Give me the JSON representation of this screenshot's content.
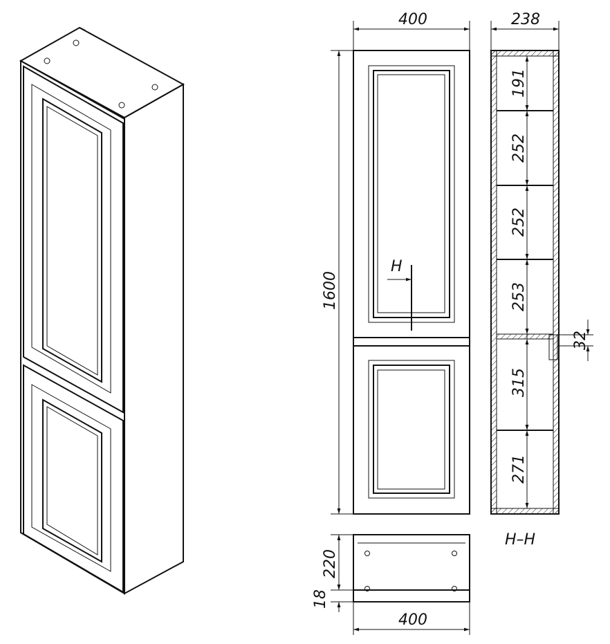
{
  "title": "Cabinet dimension drawing",
  "front_view": {
    "width_label": "400",
    "height_label": "1600",
    "section_marker": "H"
  },
  "section_view": {
    "title": "H–H",
    "depth_label": "238",
    "shelf_spacings": [
      "191",
      "252",
      "252",
      "253",
      "315",
      "271"
    ],
    "offset_label": "32"
  },
  "top_view": {
    "width_label": "400",
    "depth_label": "220",
    "base_label": "18"
  }
}
